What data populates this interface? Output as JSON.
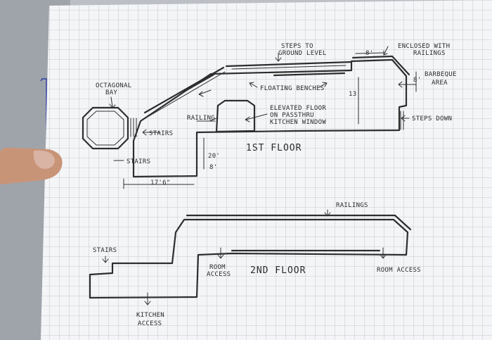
{
  "first_floor": {
    "steps_label": [
      "STEPS TO",
      "GROUND LEVEL"
    ],
    "enclosed_label": [
      "ENCLOSED WITH",
      "RAILINGS"
    ],
    "dim_top": "8'",
    "dim_right": "8'",
    "dim_13": "13'",
    "barbeque_label": [
      "BARBEQUE",
      "AREA"
    ],
    "octagonal_label": [
      "OCTAGONAL",
      "BAY"
    ],
    "floating_label": "FLOATING BENCHES",
    "elevated_label": [
      "ELEVATED FLOOR",
      "ON PASSTHRU",
      "KITCHEN WINDOW"
    ],
    "railing_label": "RAILING",
    "stairs_label_1": "STAIRS",
    "stairs_label_2": "STAIRS",
    "steps_down_label": "STEPS DOWN",
    "floor_title": "1ST FLOOR",
    "dim_20": "20'",
    "dim_8": "8'",
    "dim_bottom": "17'6\""
  },
  "second_floor": {
    "railings_label": "RAILINGS",
    "stairs_label": "STAIRS",
    "room_access_left": [
      "ROOM",
      "ACCESS"
    ],
    "floor_title": "2ND FLOOR",
    "room_access_right": "ROOM ACCESS",
    "kitchen_label": [
      "KITCHEN",
      "ACCESS"
    ]
  },
  "colors": {
    "paper": "#f4f5f7",
    "grid": "#b9bcc2",
    "ink": "#2e2e2e",
    "background": "#bcc0c6",
    "pen_blue": "#2b3fa8",
    "skin": "#c89478"
  }
}
